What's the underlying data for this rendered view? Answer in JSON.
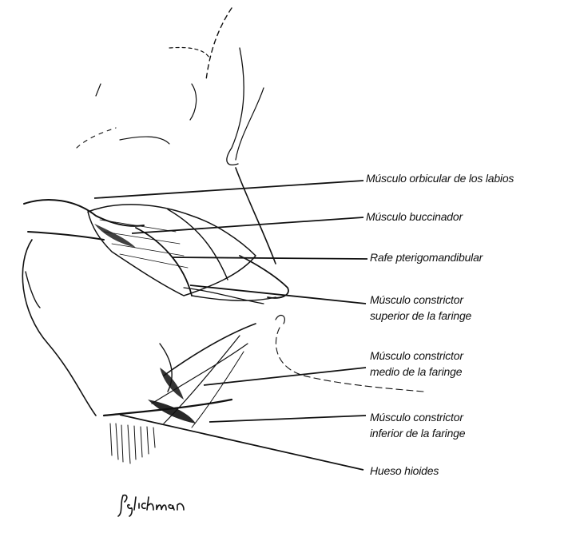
{
  "labels": {
    "orbicular": "Músculo orbicular de los labios",
    "buccinator": "Músculo buccinador",
    "raphe": "Rafe pterigomandibular",
    "superior_line1": "Músculo constrictor",
    "superior_line2": "superior de la faringe",
    "middle_line1": "Músculo constrictor",
    "middle_line2": "medio de la faringe",
    "inferior_line1": "Músculo constrictor",
    "inferior_line2": "inferior de la faringe",
    "hyoid": "Hueso hioides"
  },
  "signature": "J Glickman",
  "colors": {
    "ink": "#111111",
    "background": "#ffffff"
  }
}
